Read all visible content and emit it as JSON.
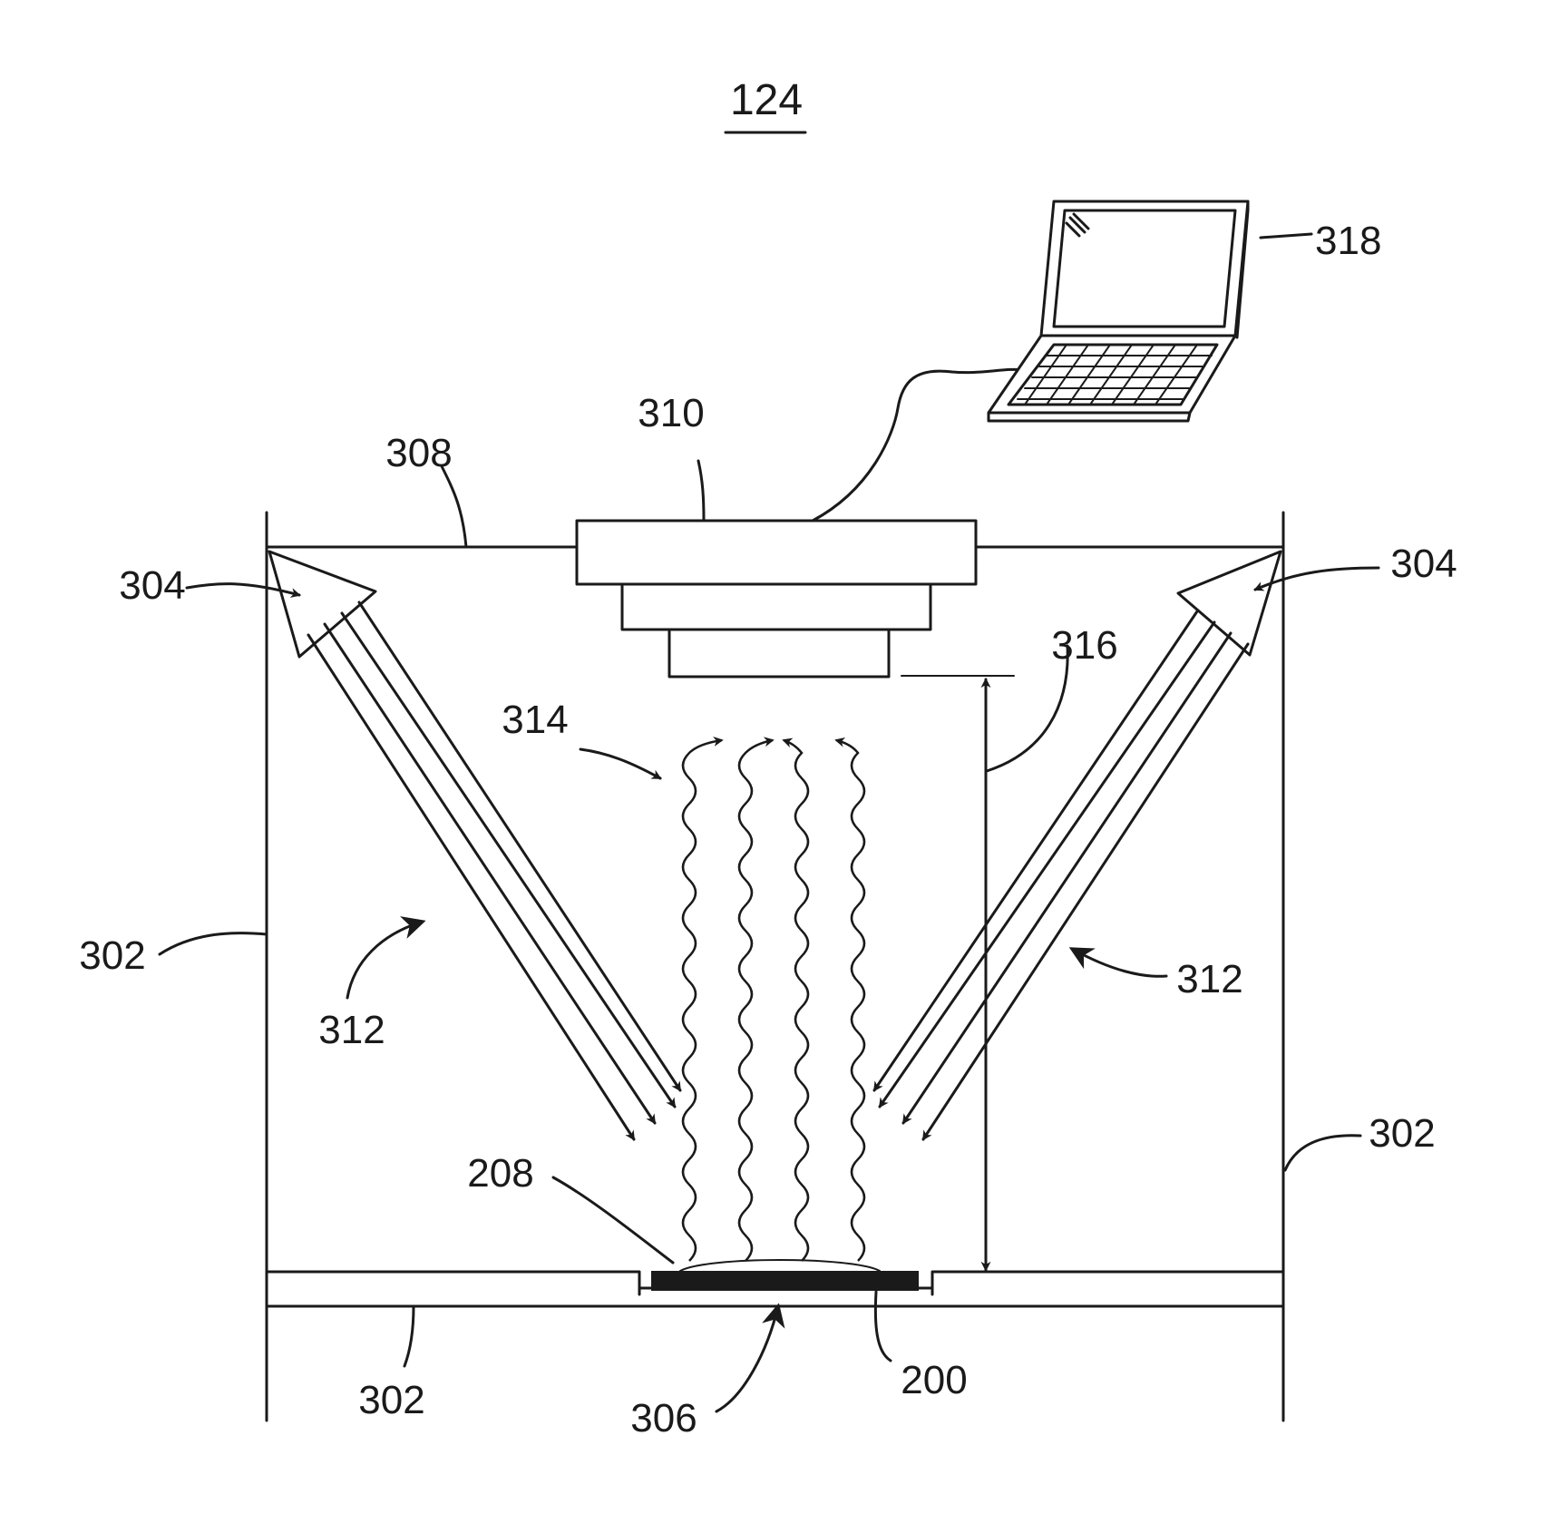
{
  "figure": {
    "number": "124",
    "labels": {
      "l318": "318",
      "l310": "310",
      "l308": "308",
      "l304_left": "304",
      "l304_right": "304",
      "l316": "316",
      "l314": "314",
      "l302_left": "302",
      "l302_right": "302",
      "l302_bottom": "302",
      "l312_left": "312",
      "l312_right": "312",
      "l208": "208",
      "l306": "306",
      "l200": "200"
    }
  },
  "colors": {
    "ink": "#1a1a1a",
    "background": "#ffffff"
  }
}
